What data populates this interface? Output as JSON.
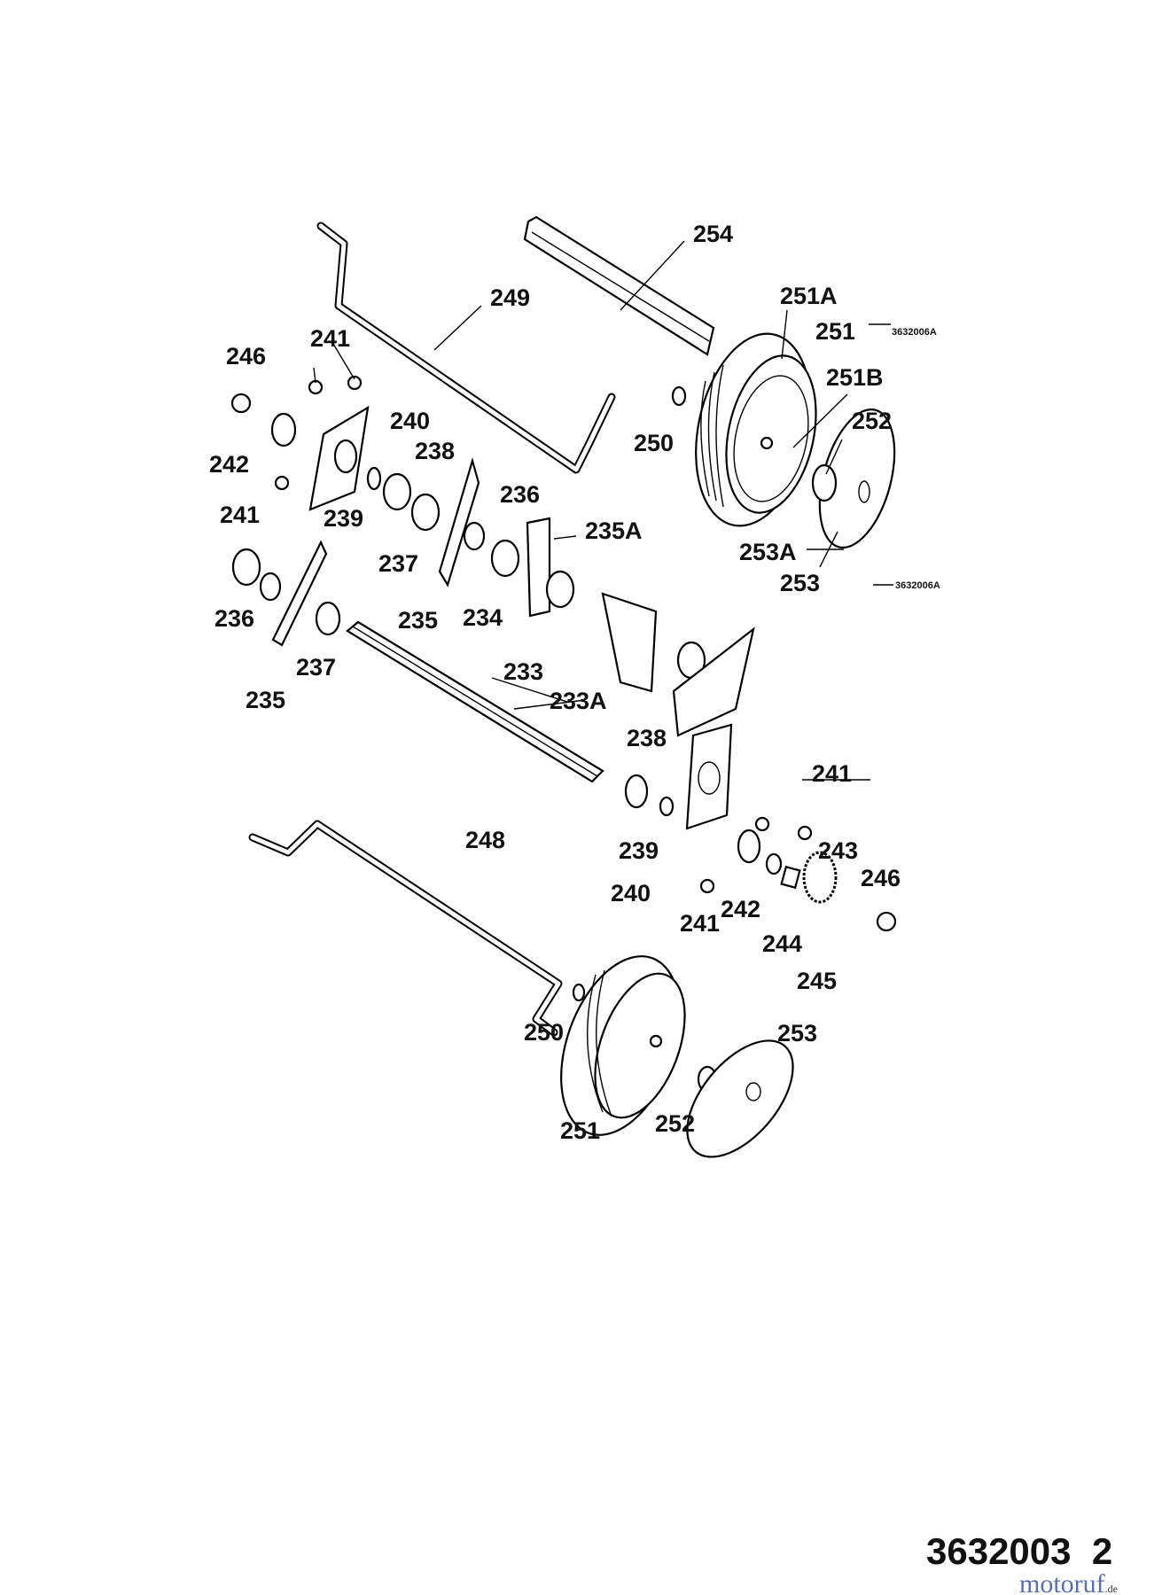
{
  "labels": {
    "l254": "254",
    "l249": "249",
    "l251A": "251A",
    "l251a": "251",
    "l251B": "251B",
    "l246a": "246",
    "l241a": "241",
    "l250a": "250",
    "l240a": "240",
    "l252a": "252",
    "l242a": "242",
    "l238a": "238",
    "l241b": "241",
    "l239a": "239",
    "l236a": "236",
    "l235A": "235A",
    "l237a": "237",
    "l253A": "253A",
    "l253a": "253",
    "l236b": "236",
    "l235a": "235",
    "l234": "234",
    "l237b": "237",
    "l233": "233",
    "l233A": "233A",
    "l235b": "235",
    "l238b": "238",
    "l241c": "241",
    "l248": "248",
    "l239b": "239",
    "l243": "243",
    "l240b": "240",
    "l246b": "246",
    "l241d": "241",
    "l242b": "242",
    "l244": "244",
    "l245": "245",
    "l250b": "250",
    "l253b": "253",
    "l252b": "252",
    "l251b": "251"
  },
  "refs": {
    "r251": "3632006A",
    "r253": "3632006A"
  },
  "footer": {
    "drawing_number": "3632003  2",
    "brand_main": "motoruf",
    "brand_suffix": ".de"
  }
}
